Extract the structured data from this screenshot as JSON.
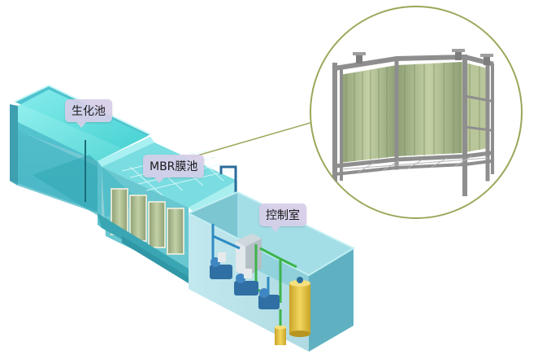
{
  "labels": {
    "bio_tank": "生化池",
    "mbr_tank": "MBR膜池",
    "control_room": "控制室"
  },
  "colors": {
    "water": "#3fd6d6",
    "tank_wall": "#7fe0e6",
    "control_room_wall": "#8fd2dc",
    "membrane_frame": "#9a9a9a",
    "membrane_fiber": "#a9b88c",
    "callout_circle": "#9aa85a",
    "pipe_green": "#3cb44a",
    "chemical_tank": "#e8c64a",
    "label_bg": "#d6cde8"
  }
}
